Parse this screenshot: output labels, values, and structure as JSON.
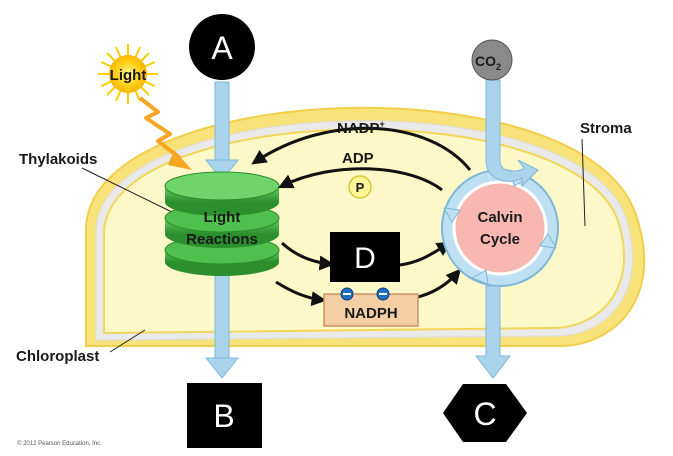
{
  "labels": {
    "light": "Light",
    "thylakoids": "Thylakoids",
    "light_reactions_line1": "Light",
    "light_reactions_line2": "Reactions",
    "nadp_plus": "NADP",
    "nadp_plus_sup": "+",
    "adp": "ADP",
    "phosphate": "P",
    "nadph": "NADPH",
    "calvin_line1": "Calvin",
    "calvin_line2": "Cycle",
    "stroma": "Stroma",
    "chloroplast": "Chloroplast",
    "co2_main": "CO",
    "co2_sub": "2",
    "copyright": "© 2012 Pearson Education, Inc."
  },
  "unknowns": {
    "a": "A",
    "b": "B",
    "c": "C",
    "d": "D"
  },
  "colors": {
    "chloroplast_fill": "#fdf8c8",
    "chloroplast_outer": "#f5d866",
    "envelope_gray": "#e6e6e6",
    "thylakoid_green": "#3db03d",
    "calvin_pink": "#f8b7b0",
    "flow_arrow_blue": "#a9d4ec",
    "nadph_box": "#f3cfa3",
    "label_black": "#000000"
  }
}
